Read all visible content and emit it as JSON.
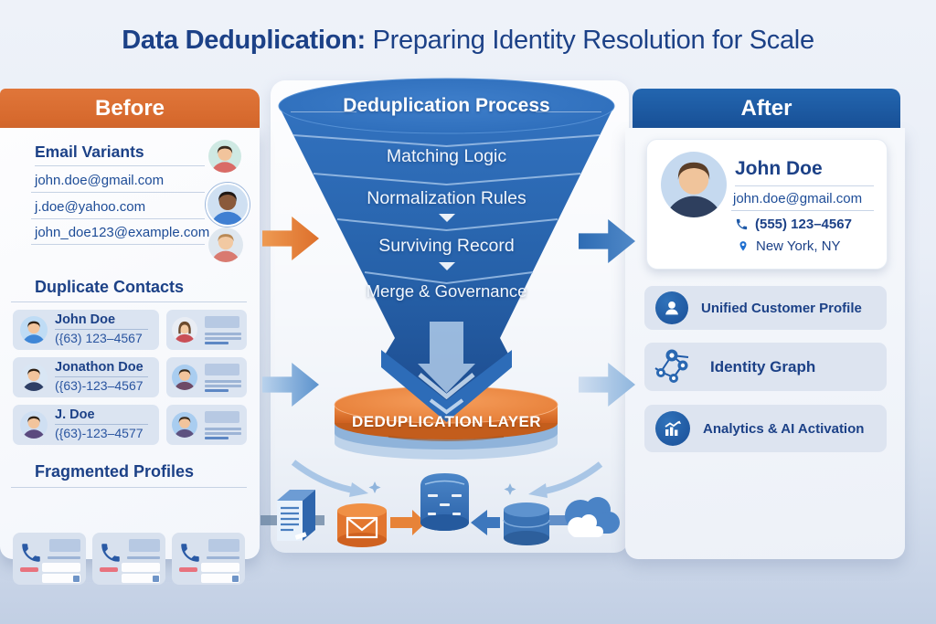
{
  "title": {
    "bold": "Data Deduplication:",
    "rest": " Preparing Identity Resolution for Scale"
  },
  "before_panel": {
    "header": "Before",
    "email_variants": {
      "heading": "Email Variants",
      "emails": [
        "john.doe@gmail.com",
        "j.doe@yahoo.com",
        "john_doe123@example.com"
      ]
    },
    "duplicate_contacts": {
      "heading": "Duplicate Contacts",
      "contacts": [
        {
          "name": "John Doe",
          "phone": "({63) 123–4567"
        },
        {
          "name": "Jonathon Doe",
          "phone": "({63)-123–4567"
        },
        {
          "name": "J. Doe",
          "phone": "({63)-123–4577"
        }
      ]
    },
    "fragmented_profiles": {
      "heading": "Fragmented Profiles"
    }
  },
  "funnel": {
    "title": "Deduplication Process",
    "stages": [
      "Matching Logic",
      "Normalization Rules",
      "Surviving Record",
      "Merge & Governance"
    ],
    "layer_label": "DEDUPLICATION LAYER"
  },
  "after_panel": {
    "header": "After",
    "profile": {
      "name": "John Doe",
      "email": "john.doe@gmail.com",
      "phone": "(555) 123–4567",
      "location": "New York, NY"
    },
    "features": [
      {
        "label": "Unified Customer Profile",
        "icon": "person-icon"
      },
      {
        "label": "Identity Graph",
        "icon": "network-graph-icon"
      },
      {
        "label": "Analytics & AI Activation",
        "icon": "analytics-chart-icon"
      }
    ]
  },
  "icons": [
    "phone-icon",
    "map-pin-icon",
    "person-icon",
    "network-graph-icon",
    "analytics-chart-icon",
    "server-box-icon",
    "mail-cylinder-icon",
    "database-icon",
    "cloud-icon",
    "down-arrow-icon"
  ],
  "colors": {
    "accent_orange": "#DD6E2C",
    "accent_blue": "#1A5CA8",
    "navy_text": "#1C4187",
    "funnel_blue": "#2764AE",
    "layer_orange": "#E0702E"
  }
}
